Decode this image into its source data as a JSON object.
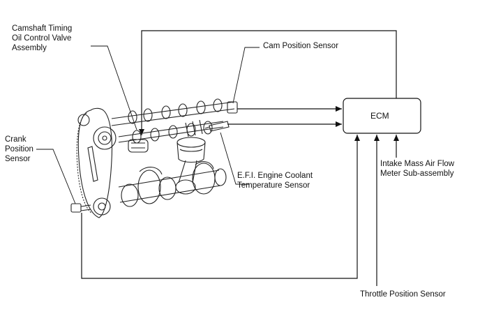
{
  "diagram": {
    "ecm_label": "ECM",
    "labels": {
      "camshaft_timing": "Camshaft Timing\nOil Control Valve\nAssembly",
      "cam_position": "Cam Position Sensor",
      "crank_position": "Crank\nPosition\nSensor",
      "coolant_temp": "E.F.I. Engine Coolant\nTemperature Sensor",
      "maf": "Intake Mass Air Flow\nMeter Sub-assembly",
      "throttle": "Throttle Position Sensor"
    }
  }
}
